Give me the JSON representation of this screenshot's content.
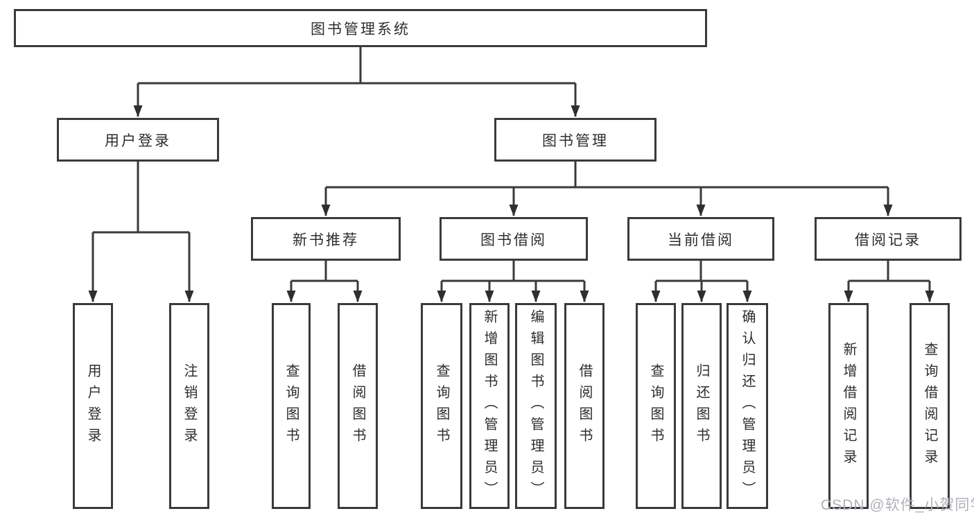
{
  "diagram_title": "图书管理系统",
  "nodes": {
    "root": "图书管理系统",
    "user_login": "用户登录",
    "book_management": "图书管理",
    "new_book_recommend": "新书推荐",
    "book_borrowing": "图书借阅",
    "current_borrowing": "当前借阅",
    "borrowing_records": "借阅记录",
    "leaf_user_login": "用户登录",
    "leaf_logout": "注销登录",
    "recommend_query_books": "查询图书",
    "recommend_borrow_books": "借阅图书",
    "borrowing_query_books": "查询图书",
    "borrowing_add_books_admin": "新增图书（管理员）",
    "borrowing_edit_books_admin": "编辑图书（管理员）",
    "borrowing_borrow_books": "借阅图书",
    "current_query_books": "查询图书",
    "current_return_books": "归还图书",
    "current_confirm_return_admin": "确认归还（管理员）",
    "records_add_borrow_record": "新增借阅记录",
    "records_query_borrow_record": "查询借阅记录"
  },
  "watermark": "CSDN @软件_小贺同学",
  "colors": {
    "line": "#3a3a3a",
    "box_border": "#3a3a3a",
    "text": "#2d2d2d",
    "watermark": "#aeb1b7",
    "background": "#ffffff"
  }
}
